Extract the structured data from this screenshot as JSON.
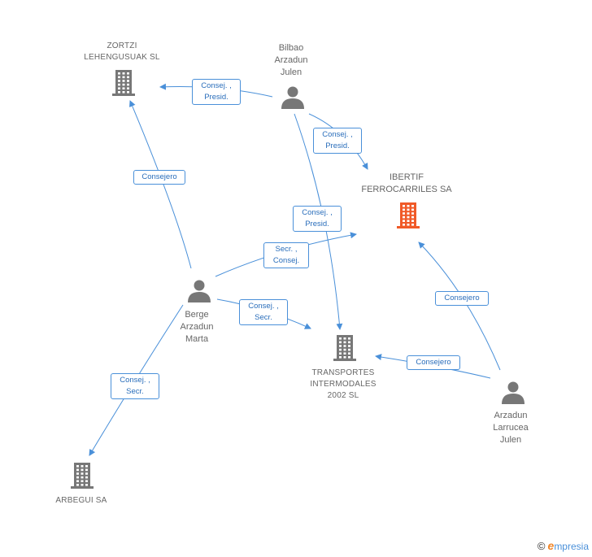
{
  "nodes": {
    "zortzi": {
      "lines": [
        "ZORTZI",
        "LEHENGUSUAK SL"
      ],
      "type": "company",
      "color": "#777777"
    },
    "bilbao": {
      "lines": [
        "Bilbao",
        "Arzadun",
        "Julen"
      ],
      "type": "person"
    },
    "ibertif": {
      "lines": [
        "IBERTIF",
        "FERROCARRILES SA"
      ],
      "type": "company",
      "color": "#f05a28"
    },
    "berge": {
      "lines": [
        "Berge",
        "Arzadun",
        "Marta"
      ],
      "type": "person"
    },
    "transportes": {
      "lines": [
        "TRANSPORTES",
        "INTERMODALES",
        "2002 SL"
      ],
      "type": "company",
      "color": "#777777"
    },
    "arzadun": {
      "lines": [
        "Arzadun",
        "Larrucea",
        "Julen"
      ],
      "type": "person"
    },
    "arbegui": {
      "lines": [
        "ARBEGUI SA"
      ],
      "type": "company",
      "color": "#777777"
    }
  },
  "edges": [
    {
      "from": "bilbao",
      "to": "zortzi",
      "lines": [
        "Consej. ,",
        "Presid."
      ]
    },
    {
      "from": "bilbao",
      "to": "ibertif",
      "lines": [
        "Consej. ,",
        "Presid."
      ]
    },
    {
      "from": "bilbao",
      "to": "transportes",
      "lines": [
        "Consej. ,",
        "Presid."
      ]
    },
    {
      "from": "berge",
      "to": "zortzi",
      "lines": [
        "Consejero"
      ]
    },
    {
      "from": "berge",
      "to": "ibertif",
      "lines": [
        "Secr. ,",
        "Consej."
      ]
    },
    {
      "from": "berge",
      "to": "transportes",
      "lines": [
        "Consej. ,",
        "Secr."
      ]
    },
    {
      "from": "berge",
      "to": "arbegui",
      "lines": [
        "Consej. ,",
        "Secr."
      ]
    },
    {
      "from": "arzadun",
      "to": "ibertif",
      "lines": [
        "Consejero"
      ]
    },
    {
      "from": "arzadun",
      "to": "transportes",
      "lines": [
        "Consejero"
      ]
    }
  ],
  "colors": {
    "edge": "#4a90d9",
    "person": "#777777"
  },
  "footer": {
    "copyright": "©",
    "brand_initial": "e",
    "brand_rest": "mpresia"
  }
}
